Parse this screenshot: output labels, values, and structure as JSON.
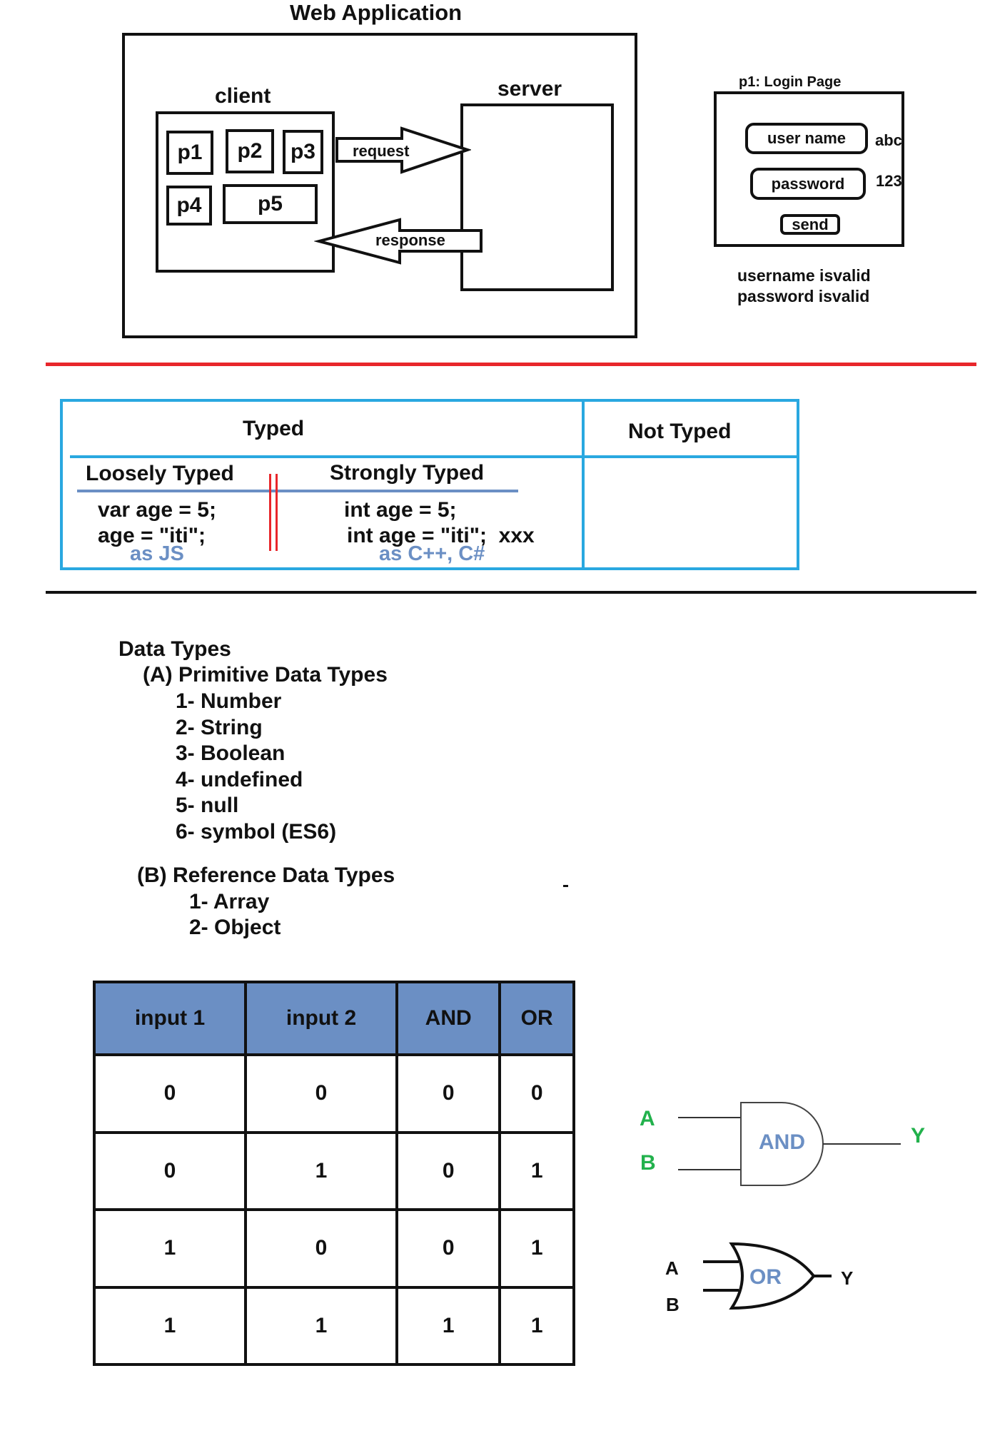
{
  "web_app": {
    "title": "Web Application",
    "client_label": "client",
    "server_label": "server",
    "pages": [
      "p1",
      "p2",
      "p3",
      "p4",
      "p5"
    ],
    "request_label": "request",
    "response_label": "response"
  },
  "login": {
    "title": "p1: Login Page",
    "username_label": "user name",
    "username_value": "abc",
    "password_label": "password",
    "password_value": "123",
    "send_label": "send",
    "messages": [
      "username isvalid",
      "password isvalid"
    ]
  },
  "typing": {
    "typed_header": "Typed",
    "not_typed_header": "Not Typed",
    "loosely_title": "Loosely Typed",
    "loosely_lines": [
      "var age = 5;",
      "age = \"iti\";"
    ],
    "loosely_note": "as JS",
    "strongly_title": "Strongly Typed",
    "strongly_lines": [
      "int age = 5;",
      "int age = \"iti\";  xxx"
    ],
    "strongly_note": "as C++, C#"
  },
  "data_types": {
    "title": "Data Types",
    "primitive_title": "(A) Primitive Data Types",
    "primitive_items": [
      "1- Number",
      "2- String",
      "3- Boolean",
      "4- undefined",
      "5- null",
      "6- symbol (ES6)"
    ],
    "reference_title": "(B) Reference Data Types",
    "reference_items": [
      "1- Array",
      "2- Object"
    ]
  },
  "truth_table": {
    "headers": [
      "input 1",
      "input 2",
      "AND",
      "OR"
    ],
    "rows": [
      [
        "0",
        "0",
        "0",
        "0"
      ],
      [
        "0",
        "1",
        "0",
        "1"
      ],
      [
        "1",
        "0",
        "0",
        "1"
      ],
      [
        "1",
        "1",
        "1",
        "1"
      ]
    ]
  },
  "and_gate": {
    "input_a": "A",
    "input_b": "B",
    "label": "AND",
    "output": "Y"
  },
  "or_gate": {
    "input_a": "A",
    "input_b": "B",
    "label": "OR",
    "output": "Y"
  },
  "colors": {
    "divider_red": "#e8262b",
    "table_blue": "#29a8e0",
    "header_blue": "#6b8fc4",
    "green": "#22b14c"
  }
}
